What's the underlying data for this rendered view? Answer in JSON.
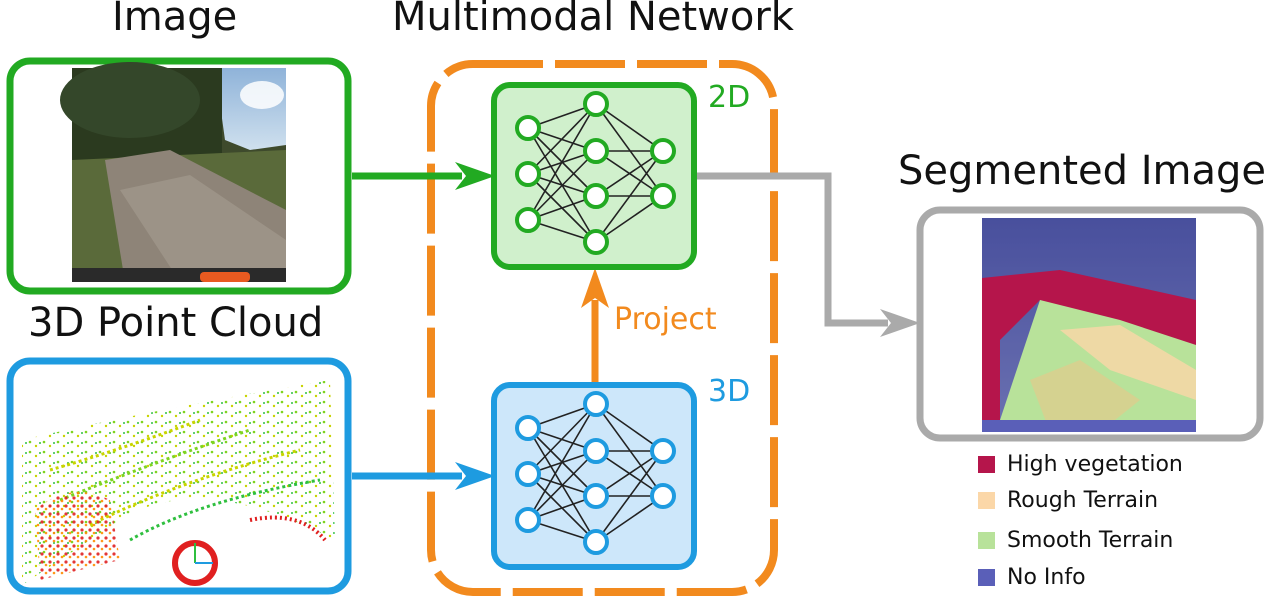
{
  "titles": {
    "image": "Image",
    "network": "Multimodal Network",
    "point_cloud": "3D Point Cloud",
    "segmented": "Segmented Image"
  },
  "network": {
    "tag_2d": "2D",
    "tag_3d": "3D",
    "project_label": "Project"
  },
  "legend": [
    {
      "label": "High vegetation",
      "color": "#b5154b"
    },
    {
      "label": "Rough Terrain",
      "color": "#fbd7a8"
    },
    {
      "label": "Smooth Terrain",
      "color": "#b8e29a"
    },
    {
      "label": "No Info",
      "color": "#5a5fb8"
    }
  ],
  "colors": {
    "green": "#22aa22",
    "green_fill": "#d0f0cc",
    "blue": "#1e9be0",
    "blue_fill": "#cde7fa",
    "orange": "#f28a1e",
    "gray": "#aaaaaa"
  }
}
